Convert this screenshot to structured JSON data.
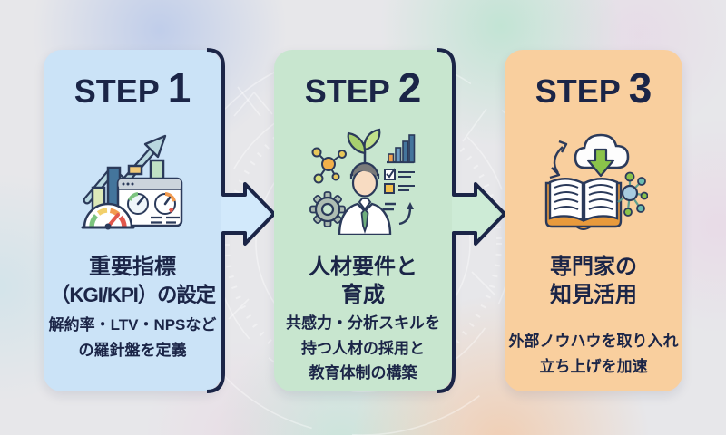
{
  "steps": [
    {
      "step_label": "STEP",
      "step_number": "1",
      "title_line1": "重要指標",
      "title_line2": "（KGI/KPI）の設定",
      "desc_line1": "解約率・LTV・NPSなど",
      "desc_line2": "の羅針盤を定義",
      "desc_line3": "",
      "card_color": "#cbe3f7",
      "icon": "metrics-dashboard-icon"
    },
    {
      "step_label": "STEP",
      "step_number": "2",
      "title_line1": "人材要件と",
      "title_line2": "育成",
      "desc_line1": "共感力・分析スキルを",
      "desc_line2": "持つ人材の採用と",
      "desc_line3": "教育体制の構築",
      "card_color": "#c8e6cf",
      "icon": "talent-growth-icon"
    },
    {
      "step_label": "STEP",
      "step_number": "3",
      "title_line1": "専門家の",
      "title_line2": "知見活用",
      "desc_line1": "外部ノウハウを取り入れ",
      "desc_line2": "立ち上げを加速",
      "desc_line3": "",
      "card_color": "#f9cf9e",
      "icon": "knowledge-cloud-book-icon"
    }
  ],
  "colors": {
    "outline_navy": "#1b2547",
    "text": "#1b2547",
    "arrow1_fill": "#d2e9fb",
    "arrow2_fill": "#cdebd6"
  }
}
